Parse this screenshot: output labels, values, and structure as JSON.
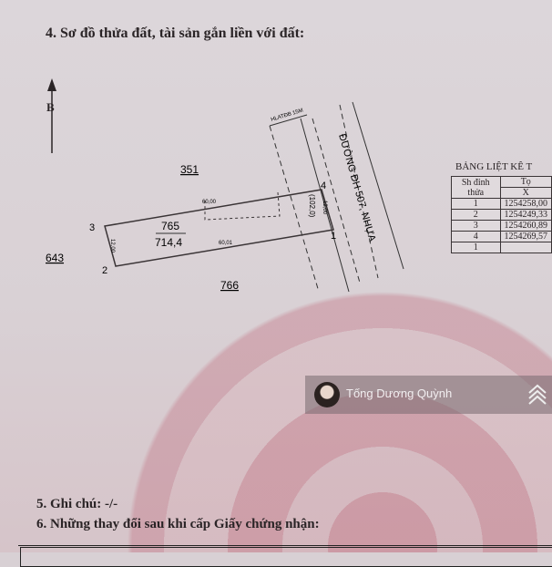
{
  "section4_title": "4. Sơ đồ thửa đất, tài sản gắn liền với đất:",
  "north_label": "B",
  "map": {
    "parcel_number": "765",
    "parcel_area": "714,4",
    "neighbors": [
      "351",
      "643",
      "766"
    ],
    "vertices": [
      "1",
      "2",
      "3",
      "4"
    ],
    "edge_top": "60,00",
    "edge_bottom": "60,01",
    "edge_left": "12,00",
    "edge_right": "12,00",
    "corridor_label": "HLATĐB 15M",
    "road_label": "ĐƯỜNG ĐH 507, NHỰA",
    "road_width": "(102,0)"
  },
  "coord_table": {
    "title": "BẢNG LIỆT KÊ T",
    "header_sh": "Sh đỉnh thửa",
    "header_coord": "Tọ",
    "header_x": "X",
    "rows": [
      {
        "sh": "1",
        "x": "1254258,00"
      },
      {
        "sh": "2",
        "x": "1254249,33"
      },
      {
        "sh": "3",
        "x": "1254260,89"
      },
      {
        "sh": "4",
        "x": "1254269,57"
      },
      {
        "sh": "1",
        "x": ""
      }
    ]
  },
  "watermark": {
    "name": "Tống Dương Quỳnh",
    "logo_icon": "chevron-stack-logo-icon"
  },
  "section5": "5. Ghi chú: -/-",
  "section6": "6. Những thay đổi sau khi cấp Giấy chứng nhận:"
}
